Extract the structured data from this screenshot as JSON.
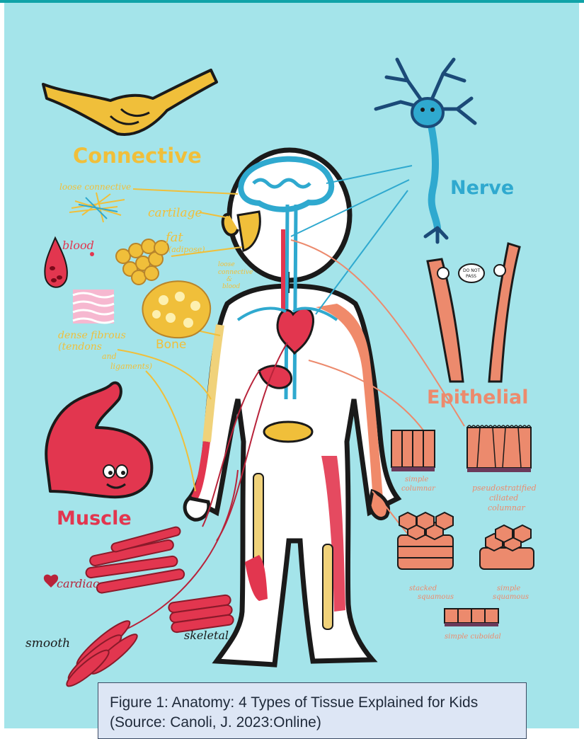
{
  "categories": {
    "connective": "Connective",
    "nerve": "Nerve",
    "epithelial": "Epithelial",
    "muscle": "Muscle"
  },
  "connective_labels": {
    "loose": "loose connective",
    "cartilage": "cartilage",
    "fat": "fat",
    "adipose": "(adipose)",
    "blood": "blood",
    "dense_l1": "dense fibrous",
    "dense_l2": "(tendons",
    "dense_l3": "and",
    "dense_l4": "ligaments)",
    "bone": "Bone",
    "loose_blood_l1": "loose",
    "loose_blood_l2": "connective",
    "loose_blood_l3": "&",
    "loose_blood_l4": "blood"
  },
  "epithelial_labels": {
    "simple_columnar_l1": "simple",
    "simple_columnar_l2": "columnar",
    "pseudo_l1": "pseudostratified",
    "pseudo_l2": "ciliated",
    "pseudo_l3": "columnar",
    "stacked_l1": "stacked",
    "stacked_l2": "squamous",
    "simple_sq_l1": "simple",
    "simple_sq_l2": "squamous",
    "cuboidal": "simple cuboidal",
    "speech_l1": "DO NOT",
    "speech_l2": "PASS"
  },
  "muscle_labels": {
    "cardiac": "cardiac",
    "skeletal": "skeletal",
    "smooth": "smooth"
  },
  "caption": {
    "line1": "Figure 1: Anatomy: 4 Types of Tissue Explained for Kids",
    "line2": "(Source: Canoli, J. 2023:Online)"
  },
  "colors": {
    "background": "#a4e4ea",
    "connective": "#f0bf3a",
    "nerve": "#2fa9cf",
    "epithelial": "#ec8a6d",
    "muscle": "#e2364f"
  }
}
